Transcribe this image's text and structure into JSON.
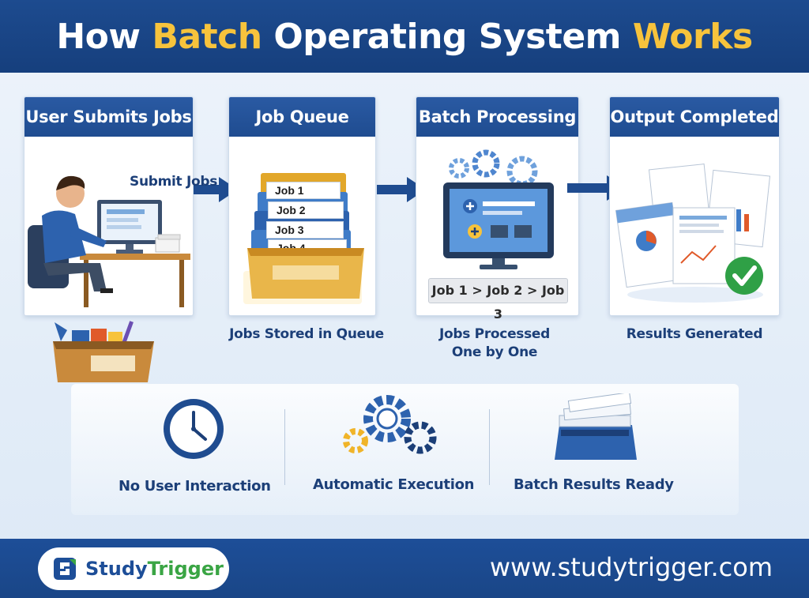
{
  "title": {
    "part1": "How ",
    "part2": "Batch",
    "part3": " Operating System ",
    "part4": "Works"
  },
  "steps": [
    {
      "title": "User Submits Jobs",
      "caption": ""
    },
    {
      "title": "Job Queue",
      "caption": "Jobs Stored in Queue"
    },
    {
      "title": "Batch Processing",
      "caption_line1": "Jobs Processed",
      "caption_line2": "One by One"
    },
    {
      "title": "Output Completed",
      "caption": "Results Generated"
    }
  ],
  "submit_label": "Submit Jobs",
  "queue_jobs": [
    "Job 1",
    "Job 2",
    "Job 3",
    "Job 4"
  ],
  "processing_sequence": "Job 1 > Job 2 > Job 3",
  "features": [
    {
      "label": "No User Interaction",
      "icon": "clock-icon"
    },
    {
      "label": "Automatic Execution",
      "icon": "gears-icon"
    },
    {
      "label": "Batch Results Ready",
      "icon": "books-icon"
    }
  ],
  "footer": {
    "brand_part1": "Study",
    "brand_part2": "Trigger",
    "website": "www.studytrigger.com"
  },
  "colors": {
    "primary": "#1f4c90",
    "accent": "#f7c33c",
    "text": "#1c3f78",
    "success": "#3aa544"
  }
}
